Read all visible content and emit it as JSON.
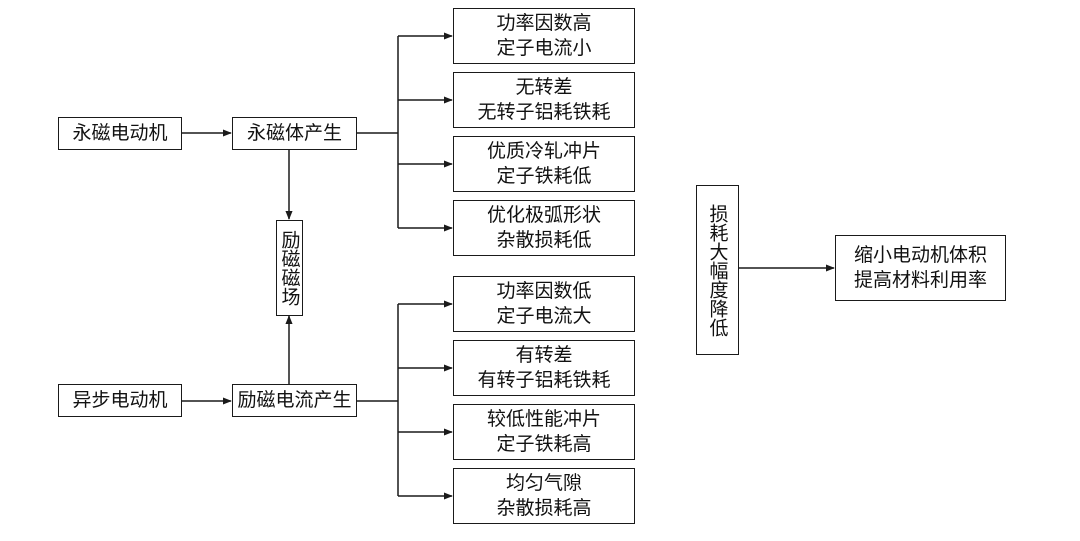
{
  "sources": {
    "permanent_motor": "永磁电动机",
    "async_motor": "异步电动机"
  },
  "mid": {
    "pm_generate": "永磁体产生",
    "exc_current": "励磁电流产生",
    "exc_field": "励磁磁场"
  },
  "pm_results": [
    {
      "line1": "功率因数高",
      "line2": "定子电流小"
    },
    {
      "line1": "无转差",
      "line2": "无转子铝耗铁耗"
    },
    {
      "line1": "优质冷轧冲片",
      "line2": "定子铁耗低"
    },
    {
      "line1": "优化极弧形状",
      "line2": "杂散损耗低"
    }
  ],
  "async_results": [
    {
      "line1": "功率因数低",
      "line2": "定子电流大"
    },
    {
      "line1": "有转差",
      "line2": "有转子铝耗铁耗"
    },
    {
      "line1": "较低性能冲片",
      "line2": "定子铁耗高"
    },
    {
      "line1": "均匀气隙",
      "line2": "杂散损耗高"
    }
  ],
  "loss": "损耗大幅度降低",
  "final": {
    "line1": "缩小电动机体积",
    "line2": "提高材料利用率"
  }
}
